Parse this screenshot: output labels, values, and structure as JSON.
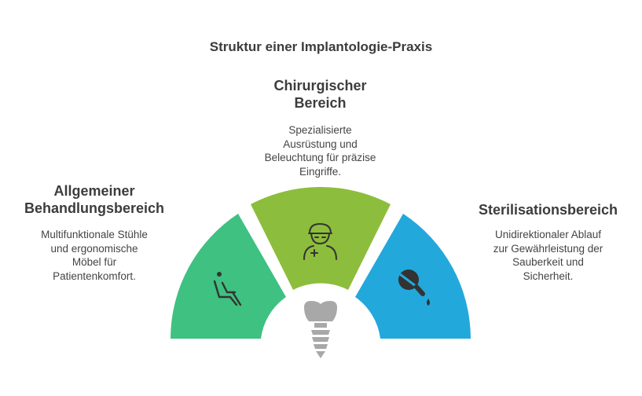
{
  "title": "Struktur einer Implantologie-Praxis",
  "sections": [
    {
      "key": "chirurgisch",
      "heading_lines": [
        "Chirurgischer",
        "Bereich"
      ],
      "description_lines": [
        "Spezialisierte",
        "Ausrüstung und",
        "Beleuchtung für präzise",
        "Eingriffe."
      ],
      "color": "#8dbd3c",
      "icon": "surgeon-icon"
    },
    {
      "key": "allgemein",
      "heading_lines": [
        "Allgemeiner",
        "Behandlungsbereich"
      ],
      "description_lines": [
        "Multifunktionale Stühle",
        "und ergonomische",
        "Möbel für",
        "Patientenkomfort."
      ],
      "color": "#3ec181",
      "icon": "dental-chair-icon"
    },
    {
      "key": "sterilisation",
      "heading_lines": [
        "Sterilisationsbereich"
      ],
      "description_lines": [
        "Unidirektionaler Ablauf",
        "zur Gewährleistung der",
        "Sauberkeit und",
        "Sicherheit."
      ],
      "color": "#23a8dc",
      "icon": "sterilization-flask-icon"
    }
  ],
  "center_icon": "dental-implant-icon"
}
